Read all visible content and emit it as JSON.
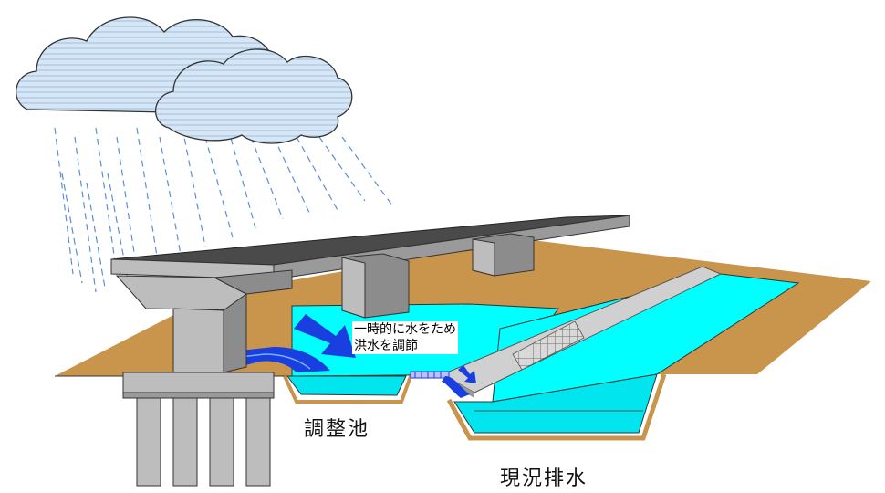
{
  "labels": {
    "callout_line1": "一時的に水をため",
    "callout_line2": "洪水を調節",
    "pond": "調整池",
    "existing_drain": "現況排水"
  },
  "colors": {
    "ground": "#c9954d",
    "water": "#00ffff",
    "water_dark": "#00d6e0",
    "inflow_blue": "#1a3fe0",
    "concrete": "#bfbfbf",
    "concrete_dark": "#8c8c8c",
    "deck_top": "#4a4a4a",
    "cloud": "#d6e6f5",
    "rain": "#5a8fd8"
  },
  "icons": [
    "cloud-icon",
    "rain-icon",
    "arrow-icon"
  ]
}
